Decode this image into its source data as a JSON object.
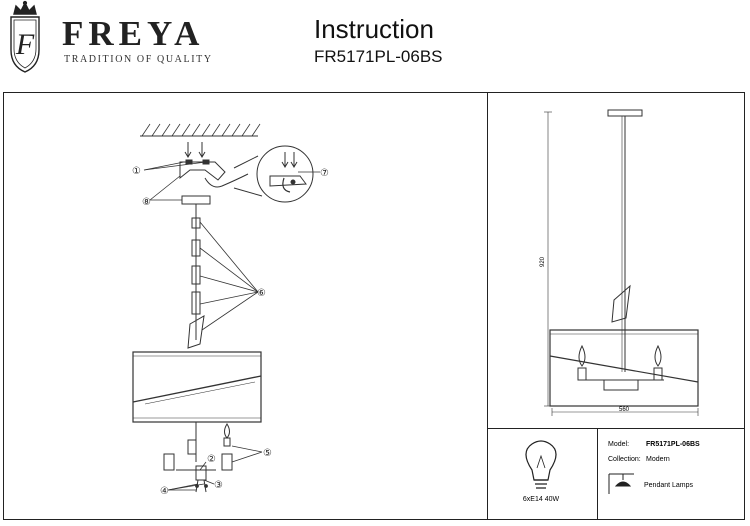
{
  "brand": {
    "name": "FREYA",
    "tagline": "TRADITION OF QUALITY",
    "logo_letter": "F"
  },
  "header": {
    "title": "Instruction",
    "model_code": "FR5171PL-06BS"
  },
  "assembly": {
    "callouts": [
      "①",
      "②",
      "③",
      "④",
      "⑤",
      "⑥",
      "⑦",
      "⑧"
    ]
  },
  "dimensions": {
    "height": "920",
    "width": "560"
  },
  "specs": {
    "bulb": "6xE14 40W",
    "model_label": "Model:",
    "model_value": "FR5171PL-06BS",
    "collection_label": "Collection:",
    "collection_value": "Modern",
    "type_value": "Pendant Lamps"
  }
}
